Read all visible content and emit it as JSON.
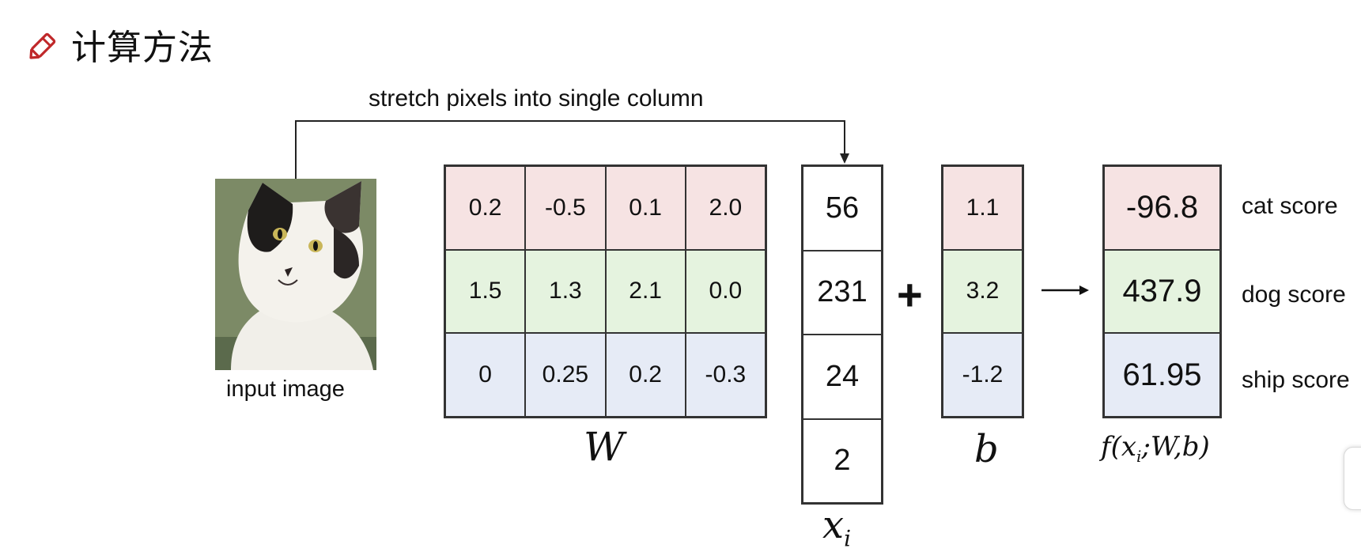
{
  "header": {
    "title": "计算方法",
    "icon": "pencil-icon",
    "icon_color": "#c0282a"
  },
  "diagram": {
    "stretch_label": "stretch pixels into single column",
    "input_label": "input image",
    "W": {
      "label": "W",
      "rows": [
        [
          "0.2",
          "-0.5",
          "0.1",
          "2.0"
        ],
        [
          "1.5",
          "1.3",
          "2.1",
          "0.0"
        ],
        [
          "0",
          "0.25",
          "0.2",
          "-0.3"
        ]
      ]
    },
    "x": {
      "label": "x",
      "subscript": "i",
      "values": [
        "56",
        "231",
        "24",
        "2"
      ]
    },
    "plus": "+",
    "b": {
      "label": "b",
      "values": [
        "1.1",
        "3.2",
        "-1.2"
      ]
    },
    "f": {
      "label_prefix": "f(x",
      "label_sub": "i",
      "label_suffix": ";W,b)",
      "values": [
        "-96.8",
        "437.9",
        "61.95"
      ]
    },
    "scores": [
      "cat score",
      "dog score",
      "ship score"
    ],
    "row_colors": [
      "#f6e3e3",
      "#e5f3df",
      "#e6ebf6"
    ]
  }
}
